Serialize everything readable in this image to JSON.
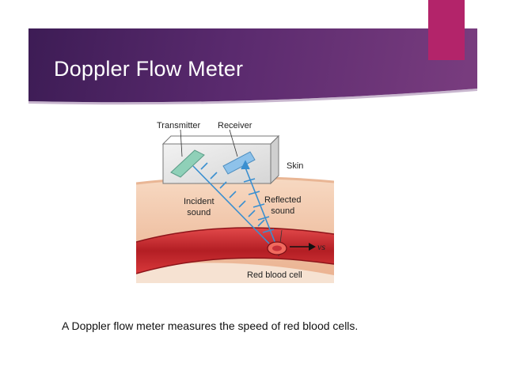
{
  "slide": {
    "title": "Doppler Flow Meter",
    "caption": "A Doppler flow meter measures the speed of red blood cells."
  },
  "diagram": {
    "labels": {
      "transmitter": "Transmitter",
      "receiver": "Receiver",
      "skin": "Skin",
      "incident_line1": "Incident",
      "incident_line2": "sound",
      "reflected_line1": "Reflected",
      "reflected_line2": "sound",
      "velocity": "vs",
      "red_blood_cell": "Red blood cell"
    }
  },
  "colors": {
    "banner": "#5a2a6e",
    "accent": "#b3246a",
    "skin": "#f3cdb0",
    "vessel": "#c0262b",
    "wave": "#3a8fd0"
  }
}
